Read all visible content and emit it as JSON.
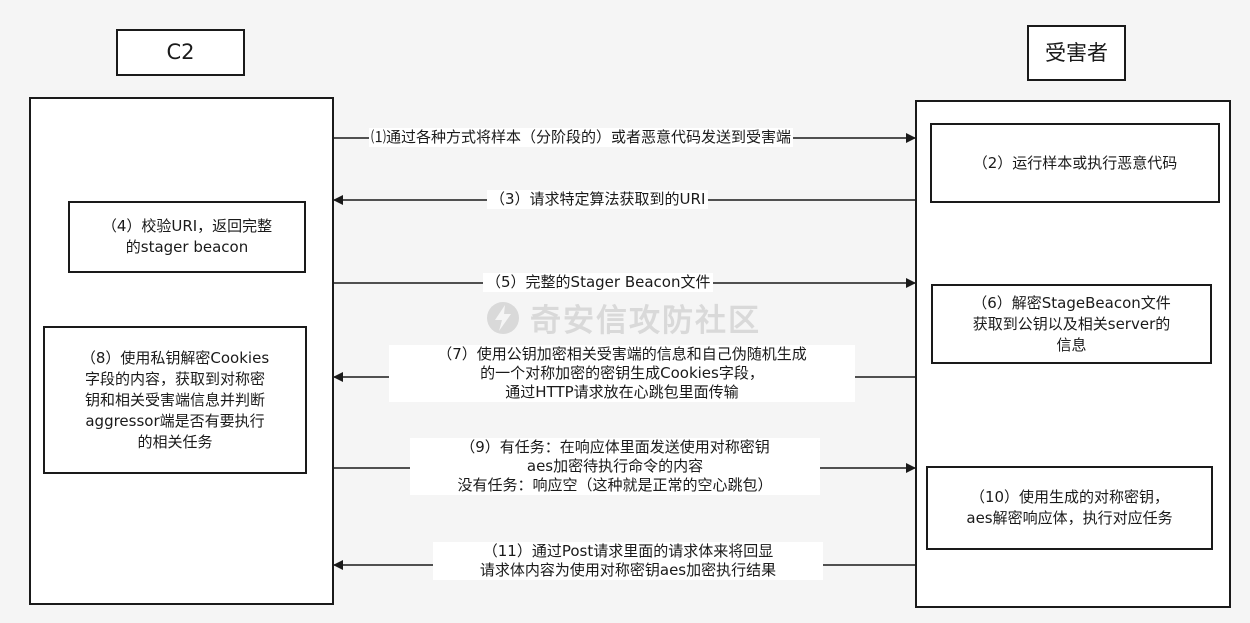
{
  "actors": {
    "c2": "C2",
    "victim": "受害者"
  },
  "steps": {
    "s1": "⑴通过各种方式将样本（分阶段的）或者恶意代码发送到受害端",
    "s2": "（2）运行样本或执行恶意代码",
    "s3": "（3）请求特定算法获取到的URI",
    "s4": "（4）校验URI，返回完整\n的stager beacon",
    "s5": "（5）完整的Stager Beacon文件",
    "s6": "（6）解密StageBeacon文件\n获取到公钥以及相关server的\n信息",
    "s7": "（7）使用公钥加密相关受害端的信息和自己伪随机生成\n的一个对称加密的密钥生成Cookies字段，\n通过HTTP请求放在心跳包里面传输",
    "s8": "（8）使用私钥解密Cookies\n字段的内容，获取到对称密\n钥和相关受害端信息并判断\naggressor端是否有要执行\n的相关任务",
    "s9": "（9）有任务：在响应体里面发送使用对称密钥\naes加密待执行命令的内容\n没有任务：响应空（这种就是正常的空心跳包）",
    "s10": "（10）使用生成的对称密钥，\naes解密响应体，执行对应任务",
    "s11": "（11）通过Post请求里面的请求体来将回显\n请求体内容为使用对称密钥aes加密执行结果"
  },
  "watermark": "奇安信攻防社区"
}
